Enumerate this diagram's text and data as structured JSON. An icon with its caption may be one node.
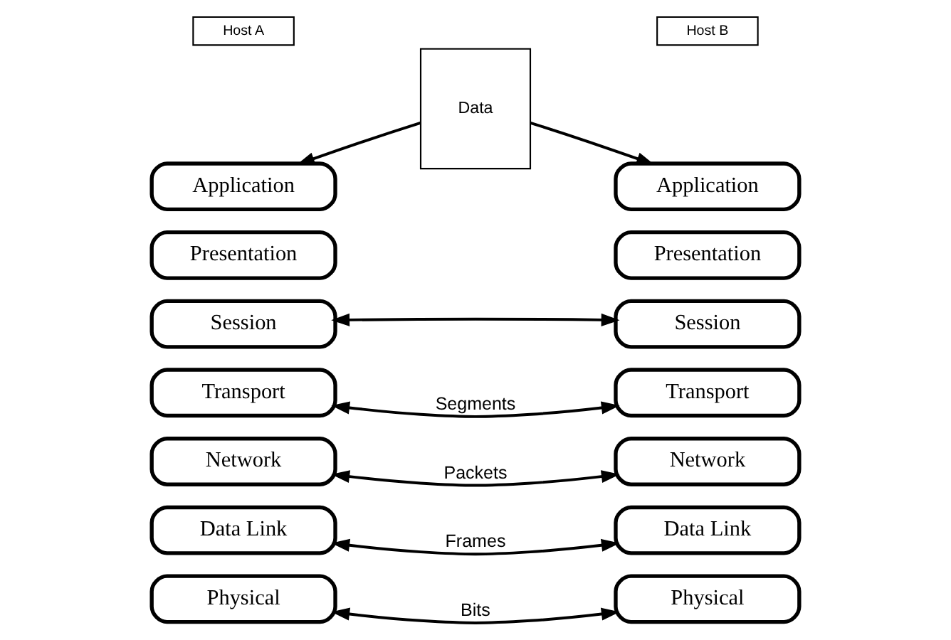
{
  "diagram": {
    "nodes": [
      {
        "text": [
          "Host A"
        ]
      },
      {
        "text": [
          "Host B"
        ]
      },
      {
        "text": [
          "Application"
        ]
      },
      {
        "text": [
          "Data"
        ]
      },
      {
        "text": [
          "Application"
        ]
      },
      {
        "text": [
          "Presentation"
        ]
      },
      {
        "text": [
          "Presentation"
        ]
      },
      {
        "text": [
          "Session"
        ]
      },
      {
        "text": [
          "Session"
        ]
      },
      {
        "text": [
          "Transport"
        ]
      },
      {
        "text": [
          "Transport"
        ]
      },
      {
        "text": [
          "Network"
        ]
      },
      {
        "text": [
          "Network"
        ]
      },
      {
        "text": [
          "Data Link"
        ]
      },
      {
        "text": [
          "Data Link"
        ]
      },
      {
        "text": [
          "Physical"
        ]
      },
      {
        "text": [
          "Physical"
        ]
      }
    ],
    "edges": [
      {
        "from": 3,
        "to": 2,
        "arrow": "to"
      },
      {
        "from": 3,
        "to": 4,
        "arrow": "to"
      },
      {
        "from": 7,
        "to": 8,
        "arrow": "both"
      },
      {
        "from": 9,
        "to": 10,
        "arrow": "both",
        "label": "Segments"
      },
      {
        "from": 11,
        "to": 12,
        "arrow": "both",
        "label": "Packets"
      },
      {
        "from": 13,
        "to": 14,
        "arrow": "both",
        "label": "Frames"
      },
      {
        "from": 15,
        "to": 16,
        "arrow": "both",
        "label": "Bits"
      }
    ]
  }
}
